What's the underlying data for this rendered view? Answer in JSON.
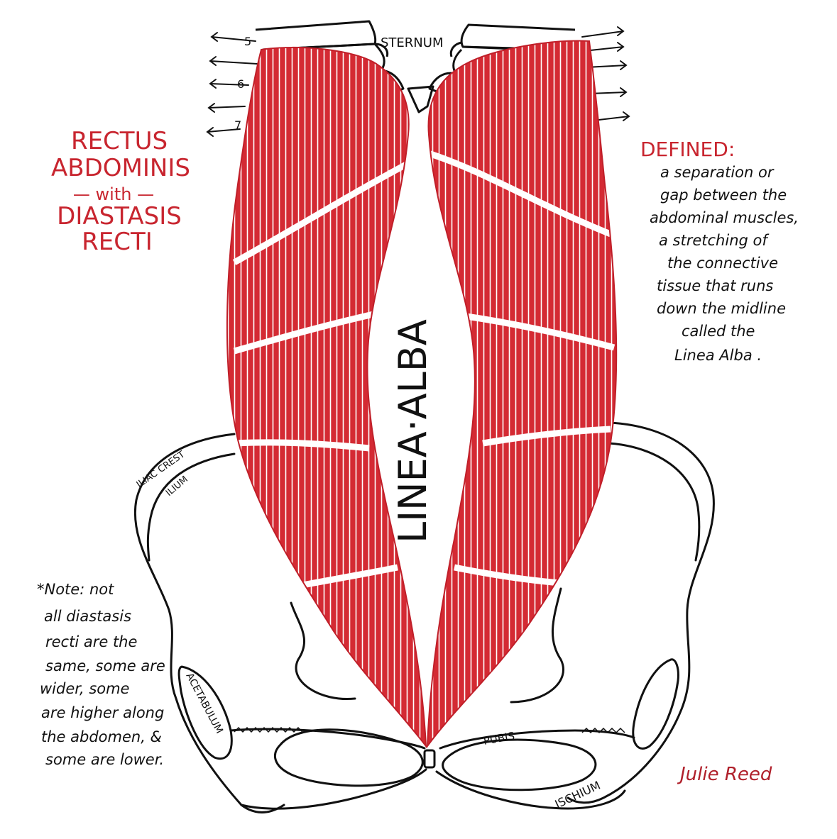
{
  "colors": {
    "muscle": "#d42a33",
    "muscle_fiber": "#ffffff",
    "title": "#c8252f",
    "ink": "#111111",
    "signature": "#b0202b"
  },
  "title": {
    "line1": "RECTUS",
    "line2": "ABDOMINIS",
    "line3": "— with —",
    "line4": "DIASTASIS",
    "line5": "RECTI"
  },
  "definition": {
    "heading": "DEFINED:",
    "lines": [
      "a separation or",
      "gap between the",
      "abdominal muscles,",
      "a stretching of",
      "the connective",
      "tissue that runs",
      "down the midline",
      "called the",
      "Linea Alba ."
    ]
  },
  "note": {
    "lines": [
      "*Note: not",
      "all diastasis",
      "recti are the",
      "same, some are",
      "wider, some",
      "are higher along",
      "the abdomen, &",
      "some are lower."
    ]
  },
  "labels": {
    "sternum": "STERNUM",
    "rib5": "5",
    "rib6": "6",
    "rib7": "7",
    "linea_alba": "LINEA·ALBA",
    "iliac_crest": "ILIAC CREST",
    "ilium": "ILIUM",
    "acetabulum": "ACETABULUM",
    "pubis": "PUBIS",
    "ischium": "ISCHIUM"
  },
  "signature": "Julie Reed"
}
